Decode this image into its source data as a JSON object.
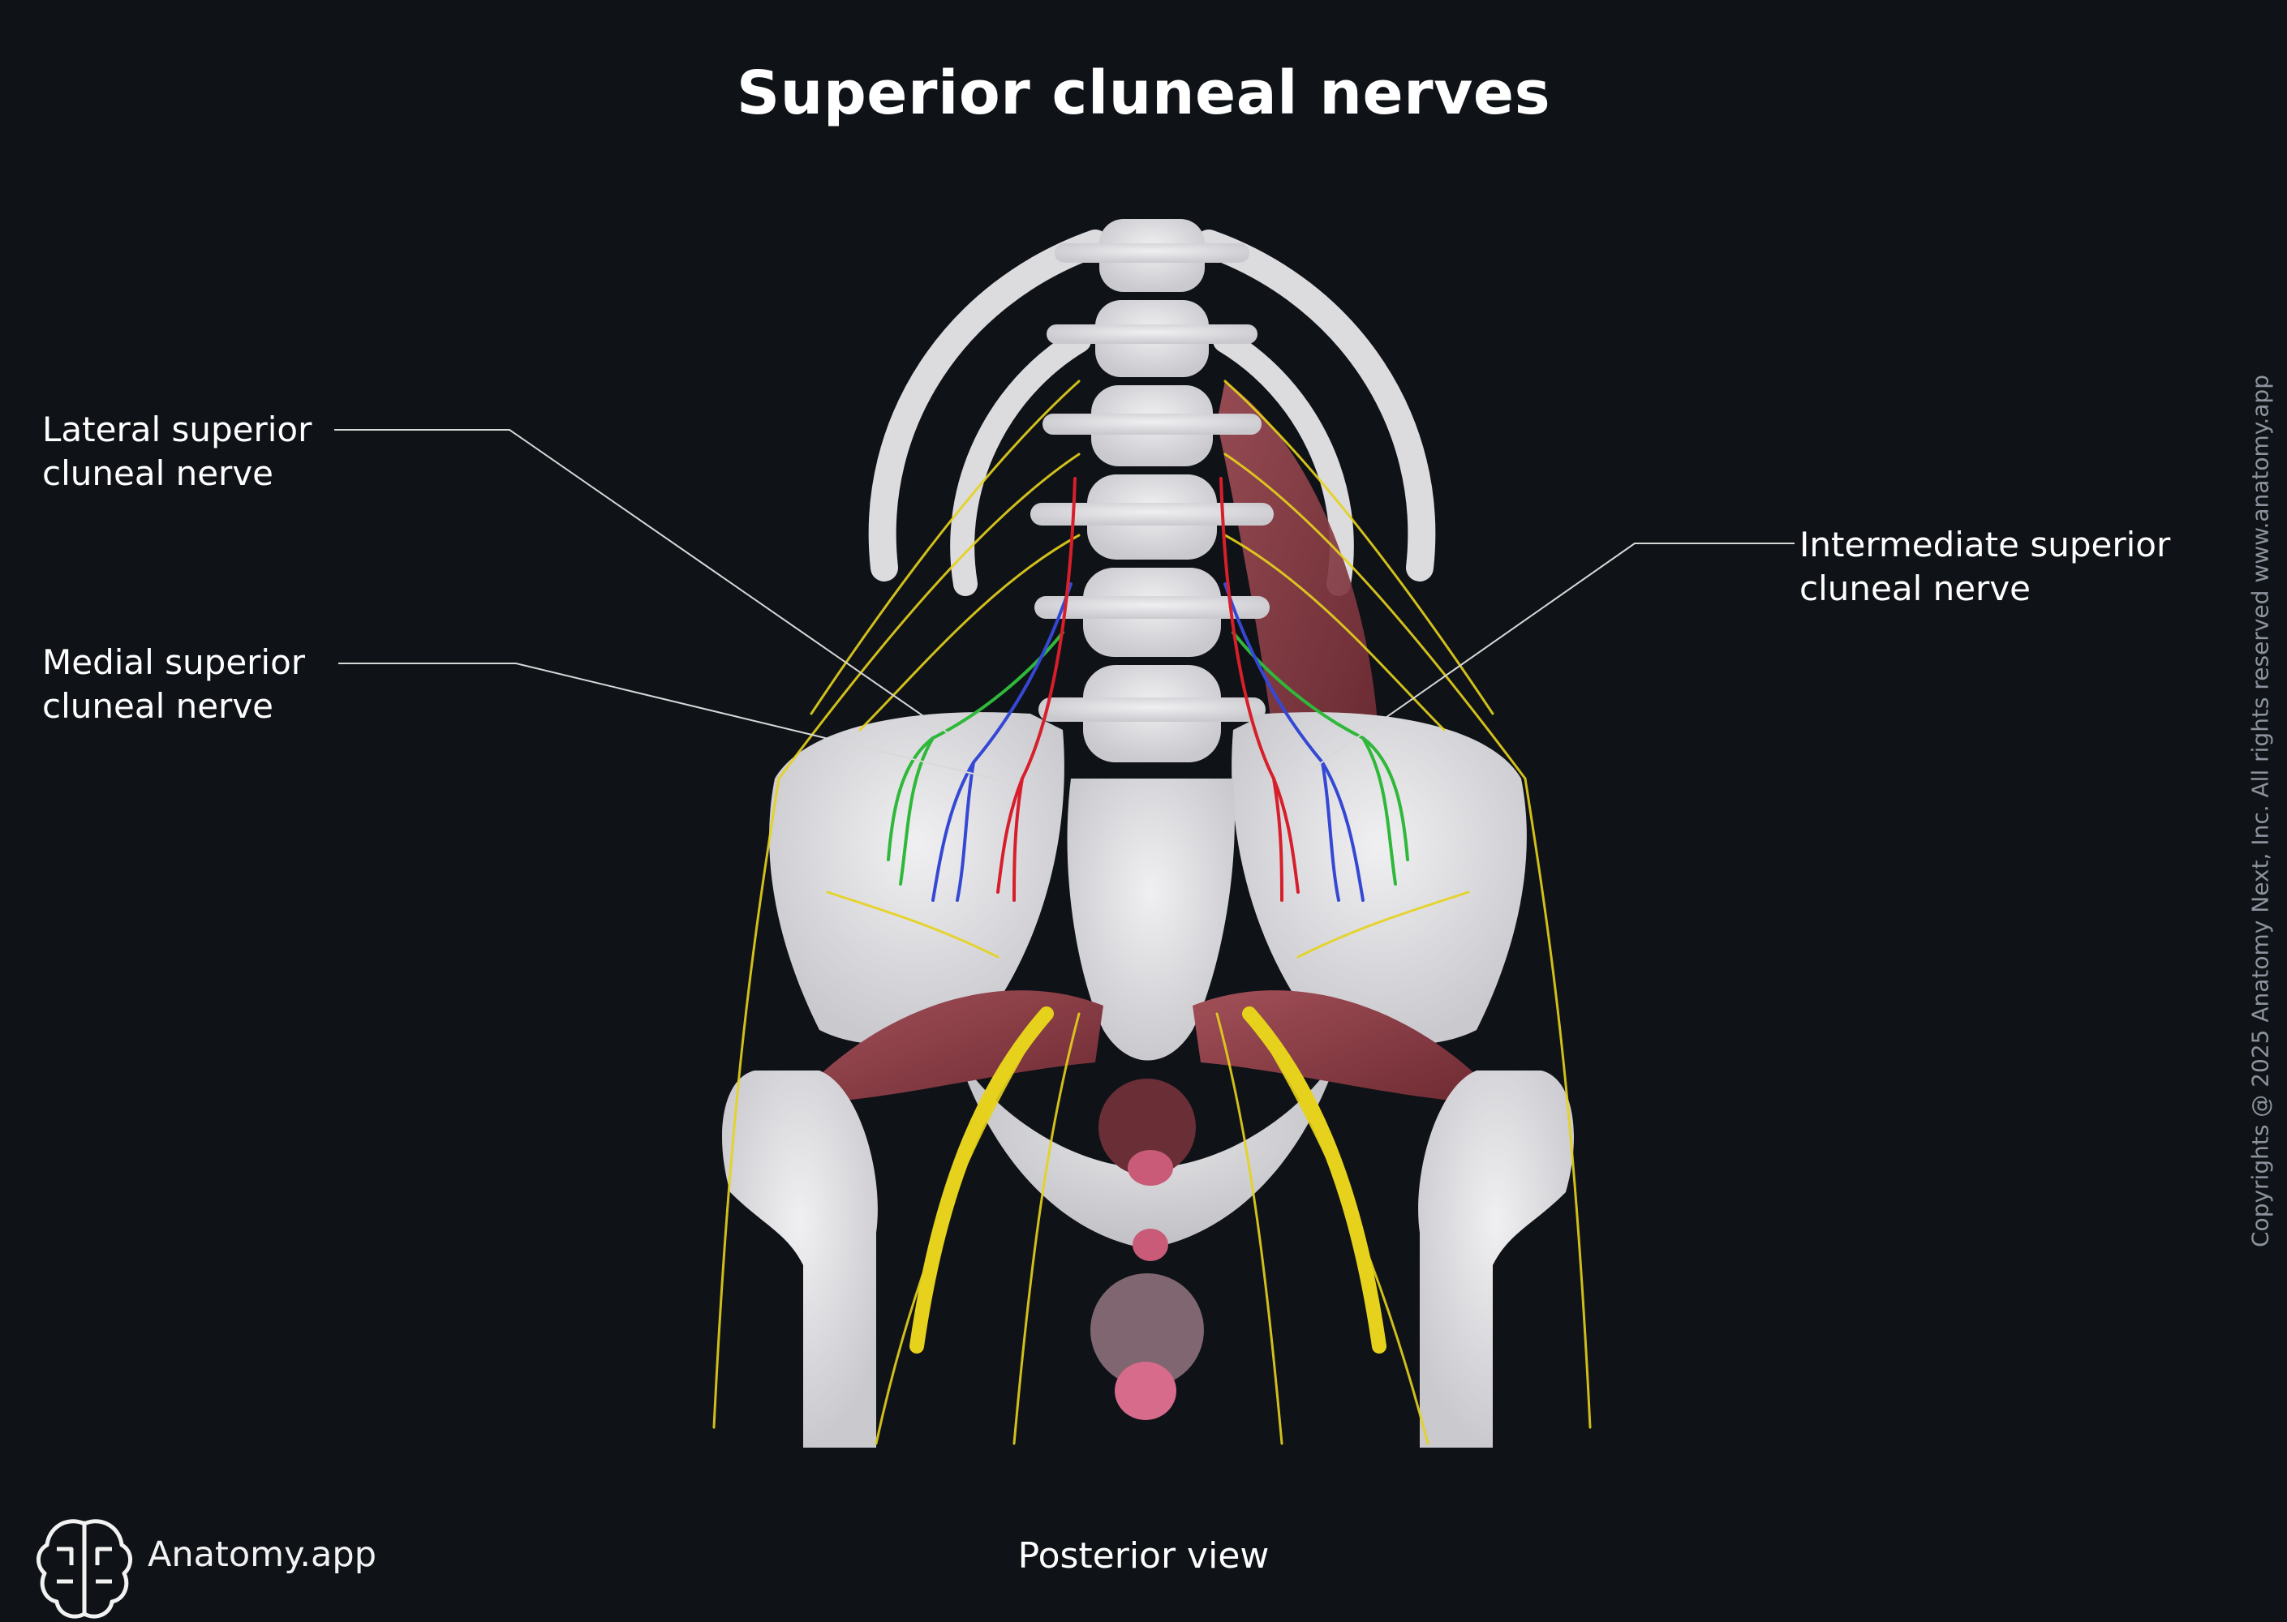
{
  "title": "Superior cluneal nerves",
  "labels": {
    "lateral": {
      "line1": "Lateral superior",
      "line2": "cluneal nerve"
    },
    "medial": {
      "line1": "Medial superior",
      "line2": "cluneal nerve"
    },
    "intermediate": {
      "line1": "Intermediate superior",
      "line2": "cluneal nerve"
    }
  },
  "view": "Posterior view",
  "brand": {
    "name": "Anatomy.app",
    "icon": "brain-icon"
  },
  "copyright": "Copyrights @ 2025 Anatomy Next, Inc. All rights reserved www.anatomy.app",
  "colors": {
    "background": "#0f1217",
    "bone": "#e3e3e6",
    "nerve": "#e6d21c",
    "muscle": "#8a3c42",
    "lateral_nerve": "#2fb83a",
    "intermediate_nerve": "#3548d4",
    "medial_nerve": "#d61f2a"
  }
}
